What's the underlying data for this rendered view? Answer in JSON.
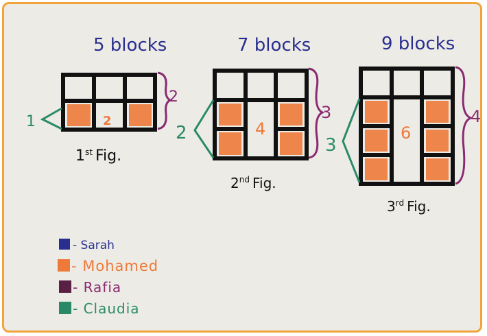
{
  "colors": {
    "frame": "#f2a43a",
    "board": "#ecebe6",
    "ink_black": "#111111",
    "sarah_blue": "#2a2f8f",
    "mohamed_orange": "#ee7a3a",
    "rafia_purple": "#8a2a70",
    "claudia_green": "#2a8a68"
  },
  "figures": [
    {
      "title": "5 blocks",
      "caption_main": "1",
      "caption_sup": "st",
      "caption_rest": "Fig.",
      "height_label": "2",
      "pair_label": "2",
      "arm_label": "1"
    },
    {
      "title": "7 blocks",
      "caption_main": "2",
      "caption_sup": "nd",
      "caption_rest": "Fig.",
      "height_label": "3",
      "pair_label": "4",
      "arm_label": "2"
    },
    {
      "title": "9 blocks",
      "caption_main": "3",
      "caption_sup": "rd",
      "caption_rest": "Fig.",
      "height_label": "4",
      "pair_label": "6",
      "arm_label": "3"
    }
  ],
  "legend": [
    {
      "label": "- Sarah",
      "color_key": "sarah_blue"
    },
    {
      "label": "- Mohamed",
      "color_key": "mohamed_orange"
    },
    {
      "label": "- Rafia",
      "color_key": "rafia_purple"
    },
    {
      "label": "- Claudia",
      "color_key": "claudia_green"
    }
  ],
  "icons": [
    "legend-swatch",
    "curly-brace"
  ]
}
